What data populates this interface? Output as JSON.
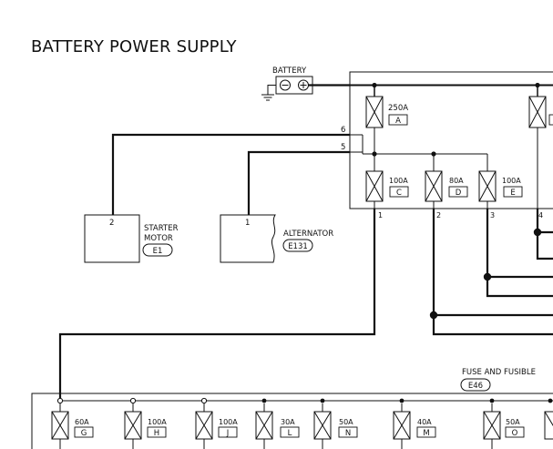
{
  "title": "BATTERY POWER SUPPLY",
  "battery": {
    "label": "BATTERY",
    "neg": "⊖",
    "pos": "⊕"
  },
  "fusible_link_box_top": {
    "main": {
      "rating": "250A",
      "letter": "A"
    },
    "links": [
      {
        "rating": "100A",
        "letter": "C"
      },
      {
        "rating": "80A",
        "letter": "D"
      },
      {
        "rating": "100A",
        "letter": "E"
      }
    ],
    "input_terminals": [
      "6",
      "5"
    ],
    "output_terminals": [
      "1",
      "2",
      "3",
      "4"
    ]
  },
  "starter_motor": {
    "terminal": "2",
    "name": "STARTER\nMOTOR",
    "line1": "STARTER",
    "line2": "MOTOR",
    "connector": "E1"
  },
  "alternator": {
    "terminal": "1",
    "name": "ALTERNATOR",
    "connector": "E131"
  },
  "fuse_box_bottom": {
    "label": "FUSE AND FUSIBLE",
    "connector": "E46",
    "links": [
      {
        "rating": "60A",
        "letter": "G"
      },
      {
        "rating": "100A",
        "letter": "H"
      },
      {
        "rating": "100A",
        "letter": "J"
      },
      {
        "rating": "30A",
        "letter": "L"
      },
      {
        "rating": "50A",
        "letter": "N"
      },
      {
        "rating": "40A",
        "letter": "M"
      },
      {
        "rating": "50A",
        "letter": "O"
      }
    ]
  }
}
